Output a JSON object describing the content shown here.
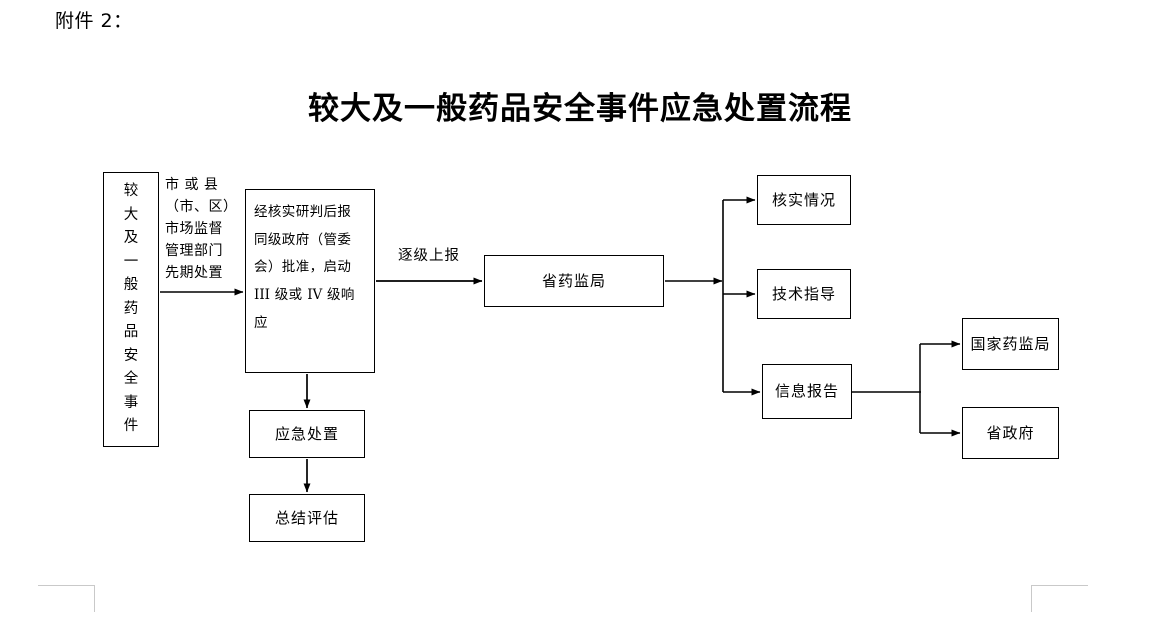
{
  "page": {
    "attachment_label": "附件 2：",
    "title": "较大及一般药品安全事件应急处置流程",
    "background_color": "#ffffff",
    "line_color": "#000000",
    "crop_mark_color": "#c9c9c9"
  },
  "nodes": {
    "event": {
      "label": "较大及一般药品安全事件",
      "orientation": "vertical"
    },
    "approve": {
      "line1": "经核实研判后报",
      "line2": "同级政府（管委",
      "line3": "会）批准，启动",
      "line4_pre": "III",
      "line4_mid": " 级或 ",
      "line4_post": "IV",
      "line4_end": " 级响",
      "line5": "应"
    },
    "emergency": {
      "label": "应急处置"
    },
    "summary": {
      "label": "总结评估"
    },
    "prov_nmpa": {
      "label": "省药监局"
    },
    "verify": {
      "label": "核实情况"
    },
    "tech": {
      "label": "技术指导"
    },
    "report": {
      "label": "信息报告"
    },
    "natl_nmpa": {
      "label": "国家药监局"
    },
    "prov_gov": {
      "label": "省政府"
    }
  },
  "edge_labels": {
    "city_dept": "市 或 县\n（市、区）\n市场监督\n管理部门\n先期处置",
    "escalate": "逐级上报"
  },
  "flow": {
    "connections": [
      {
        "from": "event",
        "to": "approve",
        "label": "市 或 县（市、区）市场监督管理部门先期处置"
      },
      {
        "from": "approve",
        "to": "prov_nmpa",
        "label": "逐级上报"
      },
      {
        "from": "approve",
        "to": "emergency",
        "label": ""
      },
      {
        "from": "emergency",
        "to": "summary",
        "label": ""
      },
      {
        "from": "prov_nmpa",
        "to": "verify",
        "label": ""
      },
      {
        "from": "prov_nmpa",
        "to": "tech",
        "label": ""
      },
      {
        "from": "prov_nmpa",
        "to": "report",
        "label": ""
      },
      {
        "from": "report",
        "to": "natl_nmpa",
        "label": ""
      },
      {
        "from": "report",
        "to": "prov_gov",
        "label": ""
      }
    ]
  }
}
